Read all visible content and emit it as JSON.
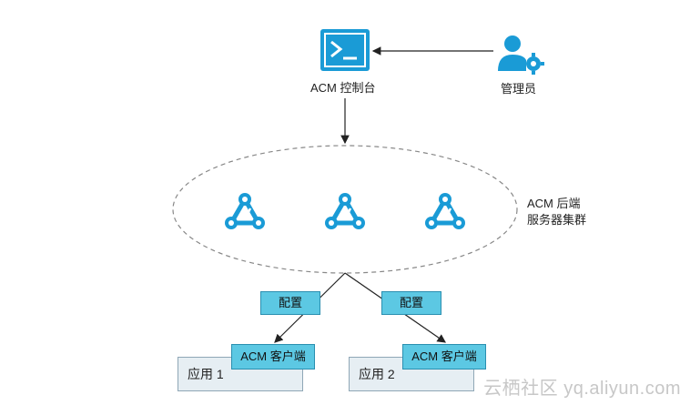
{
  "console": {
    "label": "ACM 控制台",
    "icon": "terminal-icon"
  },
  "admin": {
    "label": "管理员",
    "icon": "admin-user-gear-icon"
  },
  "cluster": {
    "label_line1": "ACM 后端",
    "label_line2": "服务器集群",
    "node_icon": "cluster-node-icon"
  },
  "config_labels": [
    "配置",
    "配置"
  ],
  "apps": [
    {
      "name": "应用 1",
      "client": "ACM 客户端"
    },
    {
      "name": "应用 2",
      "client": "ACM 客户端"
    }
  ],
  "watermark": "云栖社区 yq.aliyun.com",
  "colors": {
    "accent": "#1a9bd6",
    "config_box": "#5cc8e3",
    "app_box": "#e6eef3"
  }
}
